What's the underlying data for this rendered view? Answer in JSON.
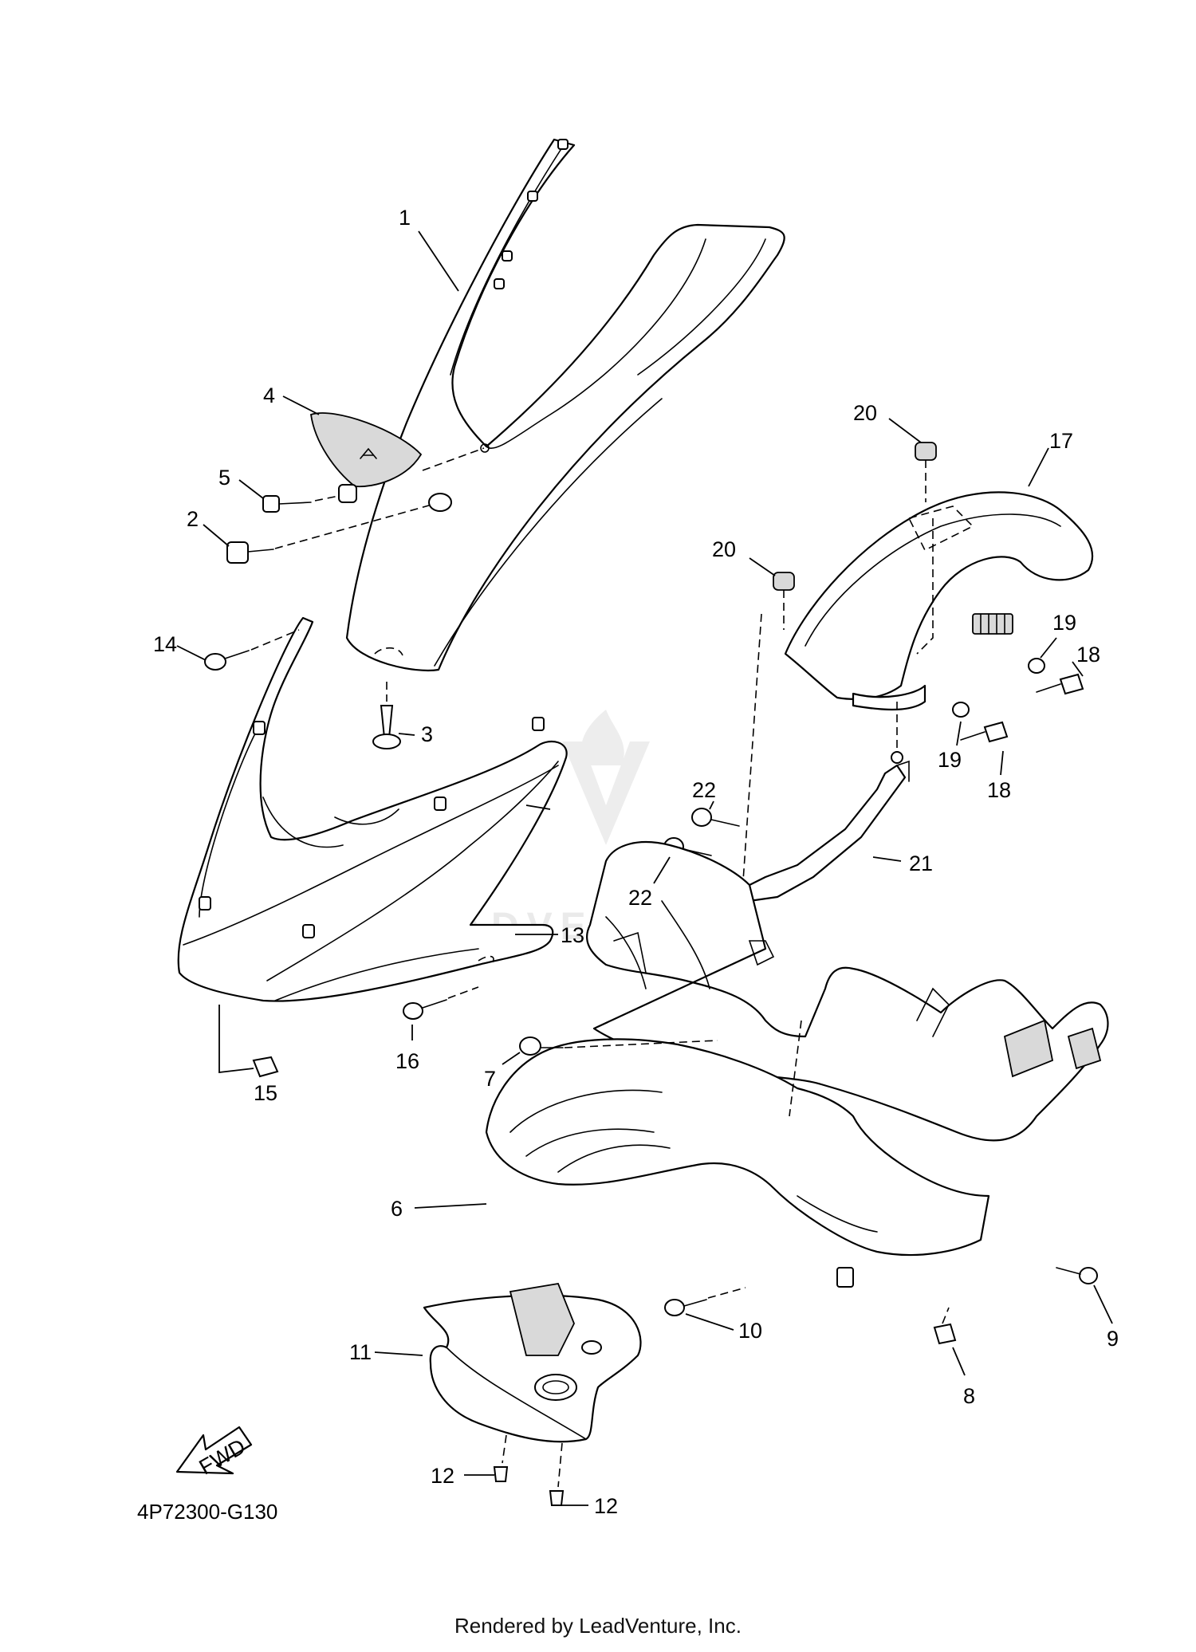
{
  "diagram": {
    "code": "4P72300-G130",
    "fwd_label": "FWD",
    "watermark": "LEADVENTURE",
    "footer": "Rendered by LeadVenture, Inc.",
    "callouts": [
      "1",
      "2",
      "3",
      "4",
      "5",
      "6",
      "7",
      "8",
      "9",
      "10",
      "11",
      "12",
      "12",
      "13",
      "14",
      "15",
      "16",
      "17",
      "18",
      "18",
      "19",
      "19",
      "20",
      "20",
      "21",
      "22",
      "22"
    ]
  }
}
